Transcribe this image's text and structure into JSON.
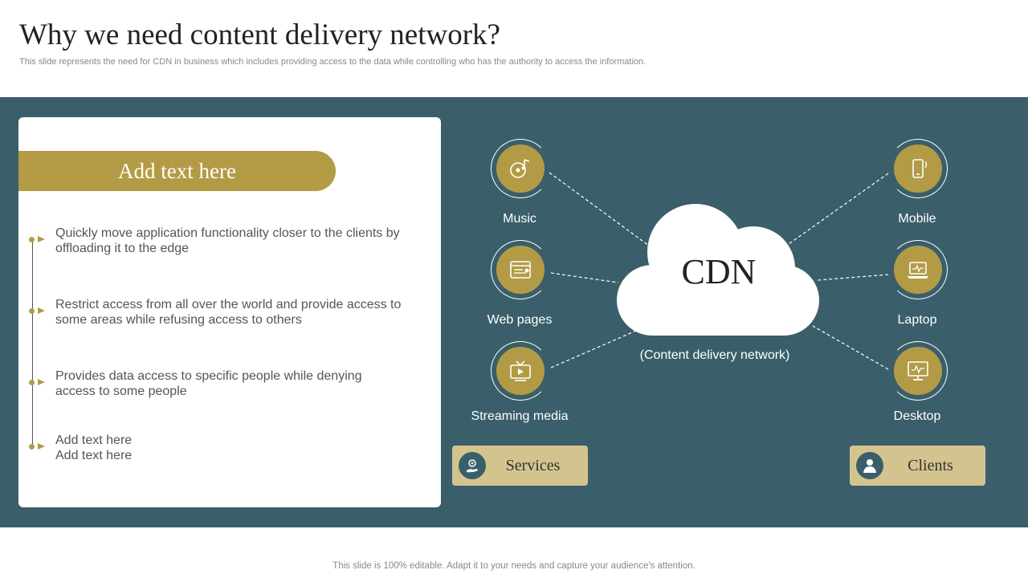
{
  "slide": {
    "title": "Why we need content delivery network?",
    "subtitle": "This slide represents the need for CDN in business which includes providing access to the data while controlling who has the authority to access the information.",
    "footer": "This slide is 100% editable. Adapt it to your needs and capture your audience's attention."
  },
  "panel": {
    "heading": "Add text here",
    "bullets": [
      {
        "line1": "Quickly move application functionality  closer to the clients by",
        "line2": "offloading it to the edge"
      },
      {
        "line1": "Restrict access from all over the world and provide access to",
        "line2": "some areas while refusing  access to others"
      },
      {
        "line1": "Provides data access to specific people while denying",
        "line2": "access to some people"
      },
      {
        "line1": "Add text here",
        "line2": "Add text here"
      }
    ]
  },
  "diagram": {
    "center": {
      "label": "CDN",
      "sublabel": "(Content delivery network)"
    },
    "services": {
      "label": "Services",
      "nodes": [
        {
          "label": "Music",
          "icon": "music-disc-icon"
        },
        {
          "label": "Web pages",
          "icon": "web-page-icon"
        },
        {
          "label": "Streaming media",
          "icon": "streaming-tv-icon"
        }
      ]
    },
    "clients": {
      "label": "Clients",
      "nodes": [
        {
          "label": "Mobile",
          "icon": "mobile-phone-icon"
        },
        {
          "label": "Laptop",
          "icon": "laptop-icon"
        },
        {
          "label": "Desktop",
          "icon": "desktop-monitor-icon"
        }
      ]
    }
  },
  "colors": {
    "band": "#3a5f6a",
    "gold": "#b39b45",
    "button": "#d3c48f"
  }
}
